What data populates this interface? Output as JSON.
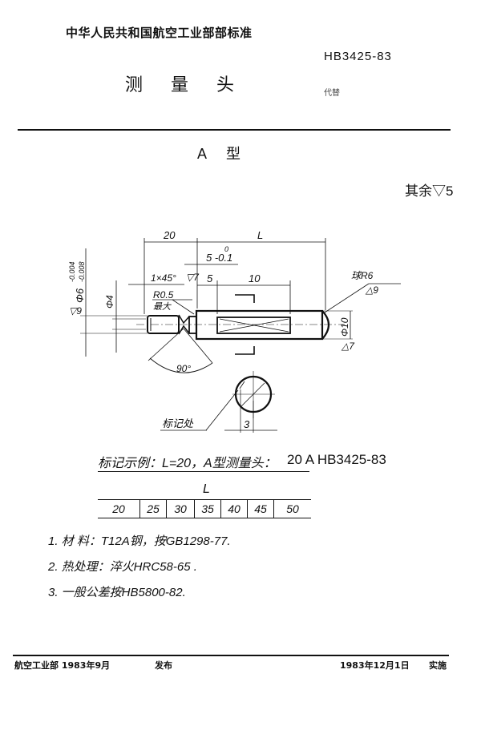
{
  "header": {
    "organization": "中华人民共和国航空工业部部标准",
    "title": "测 量 头",
    "standard_code": "HB3425-83",
    "replaces_label": "代替"
  },
  "drawing": {
    "type_title": "A 型",
    "roughness_note": "其余▽5",
    "dimensions": {
      "len_20": "20",
      "len_L": "L",
      "len_5_tol": "5 -0.1",
      "len_5_tol_upper": "0",
      "len_5": "5",
      "len_10": "10",
      "chamfer": "1×45°",
      "radius": "R0.5",
      "radius_note": "最大",
      "dia_6": "Φ6",
      "dia_6_tol_upper": "-0.004",
      "dia_6_tol_lower": "-0.008",
      "dia_4": "Φ4",
      "rough_9_left": "▽9",
      "rough_7_top": "▽7",
      "sphere_radius": "球R6",
      "rough_9_right": "△9",
      "dia_10": "Φ10",
      "rough_7_bottom": "△7",
      "angle": "90°",
      "marking_label": "标记处",
      "section_width": "3"
    }
  },
  "example": {
    "text": "标记示例：L=20，A型测量头：",
    "code": "20 A  HB3425-83"
  },
  "length_table": {
    "header": "L",
    "values": [
      "20",
      "25",
      "30",
      "35",
      "40",
      "45",
      "50"
    ]
  },
  "notes": [
    "1.  材  料：T12A钢，按GB1298-77.",
    "2.  热处理：淬火HRC58-65 .",
    "3.  一般公差按HB5800-82."
  ],
  "footer": {
    "issuer": "航空工业部 1983年9月",
    "issued_label": "发布",
    "effective_date": "1983年12月1日",
    "effective_label": "实施"
  }
}
